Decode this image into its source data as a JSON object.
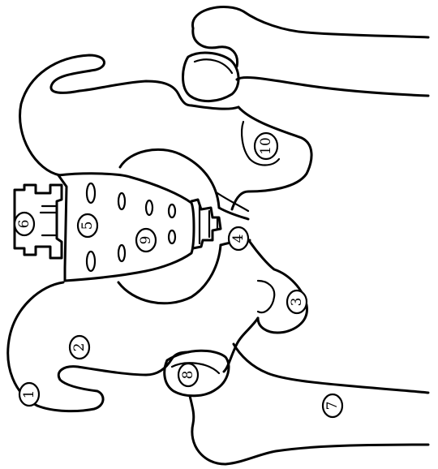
{
  "labels": [
    {
      "id": "label-1",
      "text": "1"
    },
    {
      "id": "label-2",
      "text": "2"
    },
    {
      "id": "label-3",
      "text": "3"
    },
    {
      "id": "label-4",
      "text": "4"
    },
    {
      "id": "label-5",
      "text": "5"
    },
    {
      "id": "label-6",
      "text": "6"
    },
    {
      "id": "label-7",
      "text": "7"
    },
    {
      "id": "label-8",
      "text": "8"
    },
    {
      "id": "label-9",
      "text": "9"
    },
    {
      "id": "label-10",
      "text": "10"
    }
  ],
  "colors": {
    "ink": "#000000",
    "paper": "#ffffff"
  }
}
